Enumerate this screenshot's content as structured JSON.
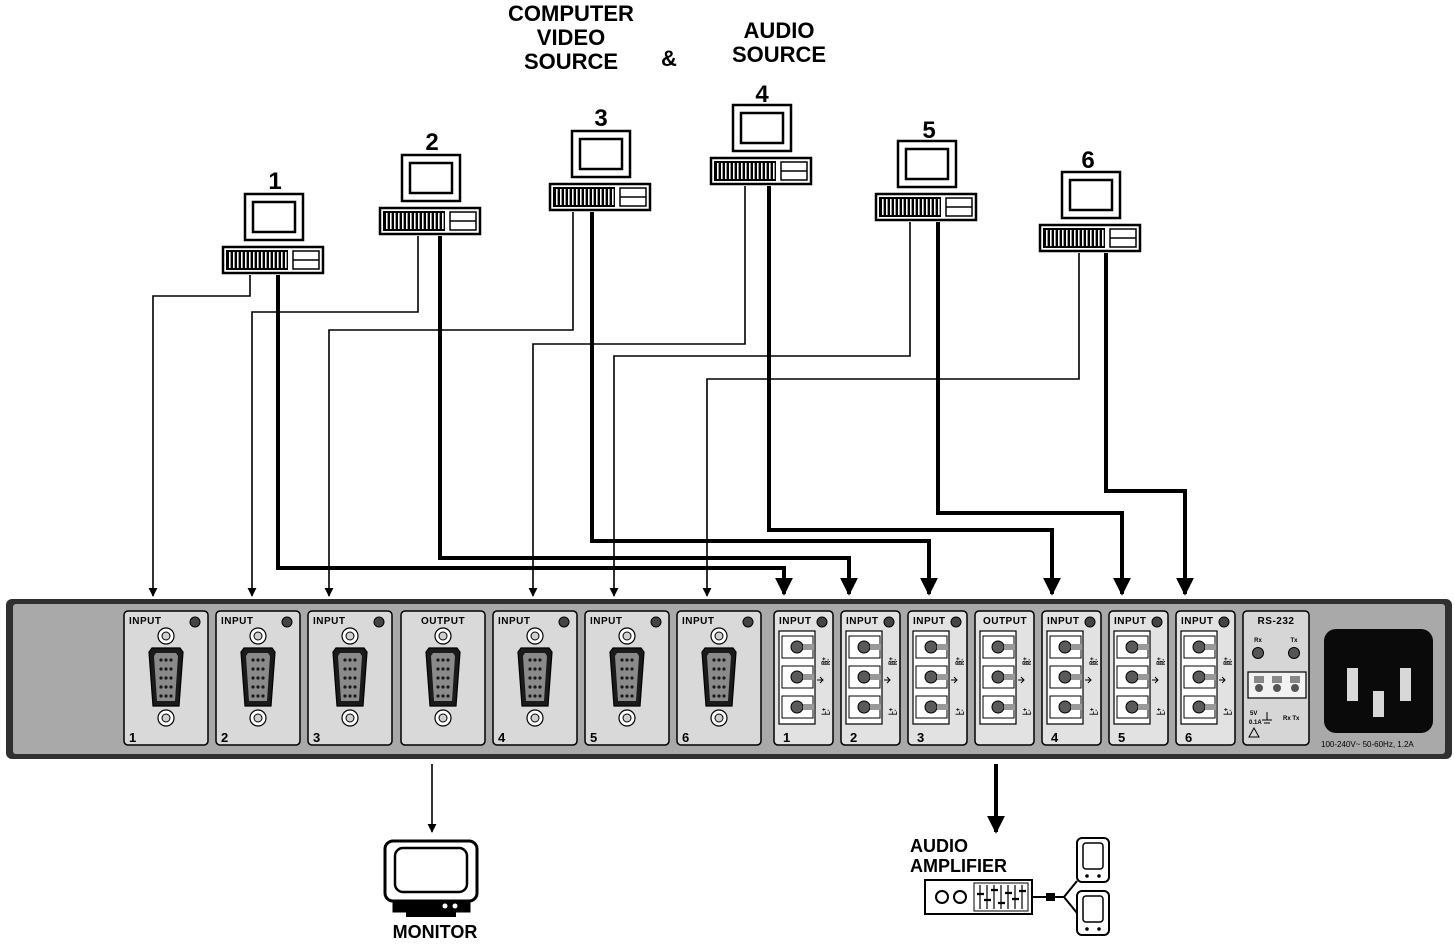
{
  "header": {
    "video_lines": [
      "COMPUTER",
      "VIDEO",
      "SOURCE"
    ],
    "ampersand": "&",
    "audio_lines": [
      "AUDIO",
      "SOURCE"
    ]
  },
  "computers": [
    {
      "label": "1"
    },
    {
      "label": "2"
    },
    {
      "label": "3"
    },
    {
      "label": "4"
    },
    {
      "label": "5"
    },
    {
      "label": "6"
    }
  ],
  "panel": {
    "vga_modules": [
      {
        "title": "INPUT",
        "number": "1"
      },
      {
        "title": "INPUT",
        "number": "2"
      },
      {
        "title": "INPUT",
        "number": "3"
      },
      {
        "title": "OUTPUT",
        "number": ""
      },
      {
        "title": "INPUT",
        "number": "4"
      },
      {
        "title": "INPUT",
        "number": "5"
      },
      {
        "title": "INPUT",
        "number": "6"
      }
    ],
    "audio_modules": [
      {
        "title": "INPUT",
        "number": "1"
      },
      {
        "title": "INPUT",
        "number": "2"
      },
      {
        "title": "INPUT",
        "number": "3"
      },
      {
        "title": "OUTPUT",
        "number": ""
      },
      {
        "title": "INPUT",
        "number": "4"
      },
      {
        "title": "INPUT",
        "number": "5"
      },
      {
        "title": "INPUT",
        "number": "6"
      }
    ],
    "audio_pin_labels": [
      "R+",
      "R-",
      "L+",
      "L-"
    ],
    "rs232": {
      "title": "RS-232",
      "rx": "Rx",
      "tx": "Tx",
      "voltage": "5V",
      "current": "0.1A",
      "pins": "Rx Tx"
    },
    "power_rating": "100-240V~ 50-60Hz, 1.2A"
  },
  "devices": {
    "monitor_label": "MONITOR",
    "amplifier_lines": [
      "AUDIO",
      "AMPLIFIER"
    ]
  }
}
